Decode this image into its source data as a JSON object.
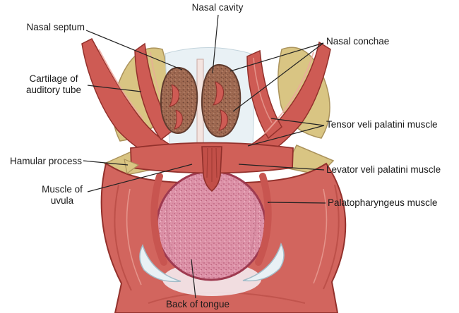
{
  "figure": {
    "background": "#ffffff"
  },
  "labels": {
    "nasal_cavity": "Nasal cavity",
    "nasal_septum": "Nasal septum",
    "nasal_conchae": "Nasal conchae",
    "cartilage_auditory_tube": "Cartilage of auditory tube",
    "tensor_veli_palatini": "Tensor veli palatini muscle",
    "hamular_process": "Hamular process",
    "levator_veli_palatini": "Levator veli palatini muscle",
    "muscle_of_uvula": "Muscle of uvula",
    "palatopharyngeus": "Palatopharyngeus muscle",
    "back_of_tongue": "Back of tongue"
  },
  "colors": {
    "muscle_red": "#ce5b54",
    "muscle_dark_edge": "#93312c",
    "muscle_highlight": "#eda79d",
    "bone_tan": "#d9c583",
    "bone_edge": "#ab935c",
    "concha_brown": "#a06a52",
    "concha_edge": "#5f3b2e",
    "tongue_pink": "#dd92a8",
    "tongue_edge": "#9e3a50",
    "cartilage_light": "#e9f1f5",
    "cartilage_edge": "#a3bcc8",
    "leader_line": "#222222",
    "label_text": "#1a1a1a"
  }
}
